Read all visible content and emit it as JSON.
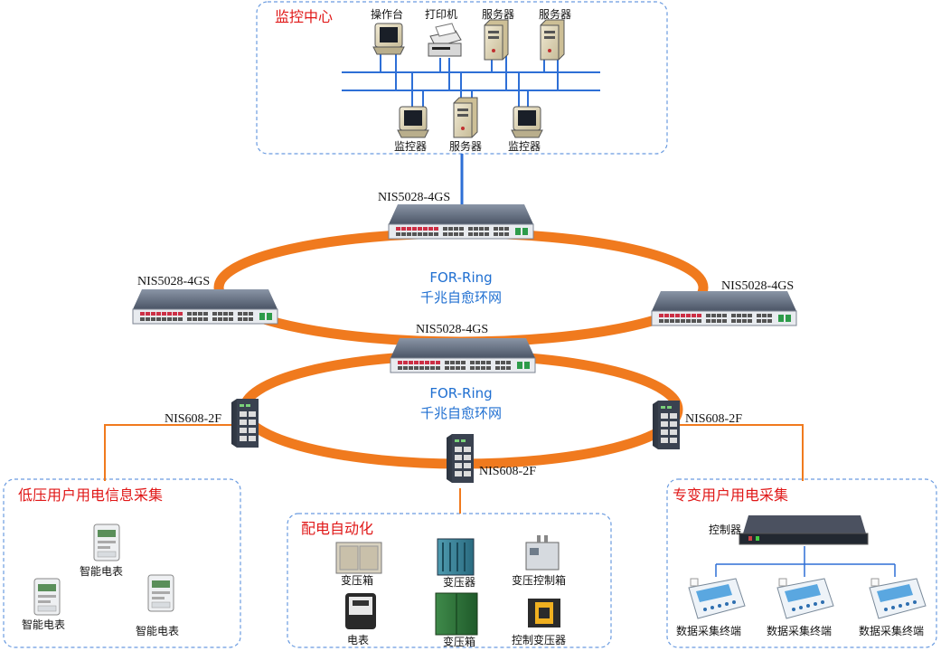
{
  "monitoring_center": {
    "title": "监控中心",
    "top_devices": [
      "操作台",
      "打印机",
      "服务器",
      "服务器"
    ],
    "bottom_devices": [
      "监控器",
      "服务器",
      "监控器"
    ]
  },
  "switches": {
    "top": "NIS5028-4GS",
    "left": "NIS5028-4GS",
    "right": "NIS5028-4GS",
    "center": "NIS5028-4GS",
    "ind_left": "NIS608-2F",
    "ind_mid": "NIS608-2F",
    "ind_right": "NIS608-2F"
  },
  "rings": {
    "upper": {
      "line1": "FOR-Ring",
      "line2": "千兆自愈环网"
    },
    "lower": {
      "line1": "FOR-Ring",
      "line2": "千兆自愈环网"
    }
  },
  "low_voltage": {
    "title": "低压用户用电信息采集",
    "meters": [
      "智能电表",
      "智能电表",
      "智能电表"
    ]
  },
  "distribution": {
    "title": "配电自动化",
    "items": [
      "变压箱",
      "变压器",
      "变压控制箱",
      "电表",
      "变压箱",
      "控制变压器"
    ]
  },
  "dedicated": {
    "title": "专变用户用电采集",
    "controller": "控制器",
    "terminals": [
      "数据采集终端",
      "数据采集终端",
      "数据采集终端"
    ]
  },
  "colors": {
    "ring": "#f07a1e",
    "box_border": "#6a9be0",
    "title_red": "#e01818",
    "ring_text": "#1f6fd1",
    "bus": "#2e6fd6"
  }
}
